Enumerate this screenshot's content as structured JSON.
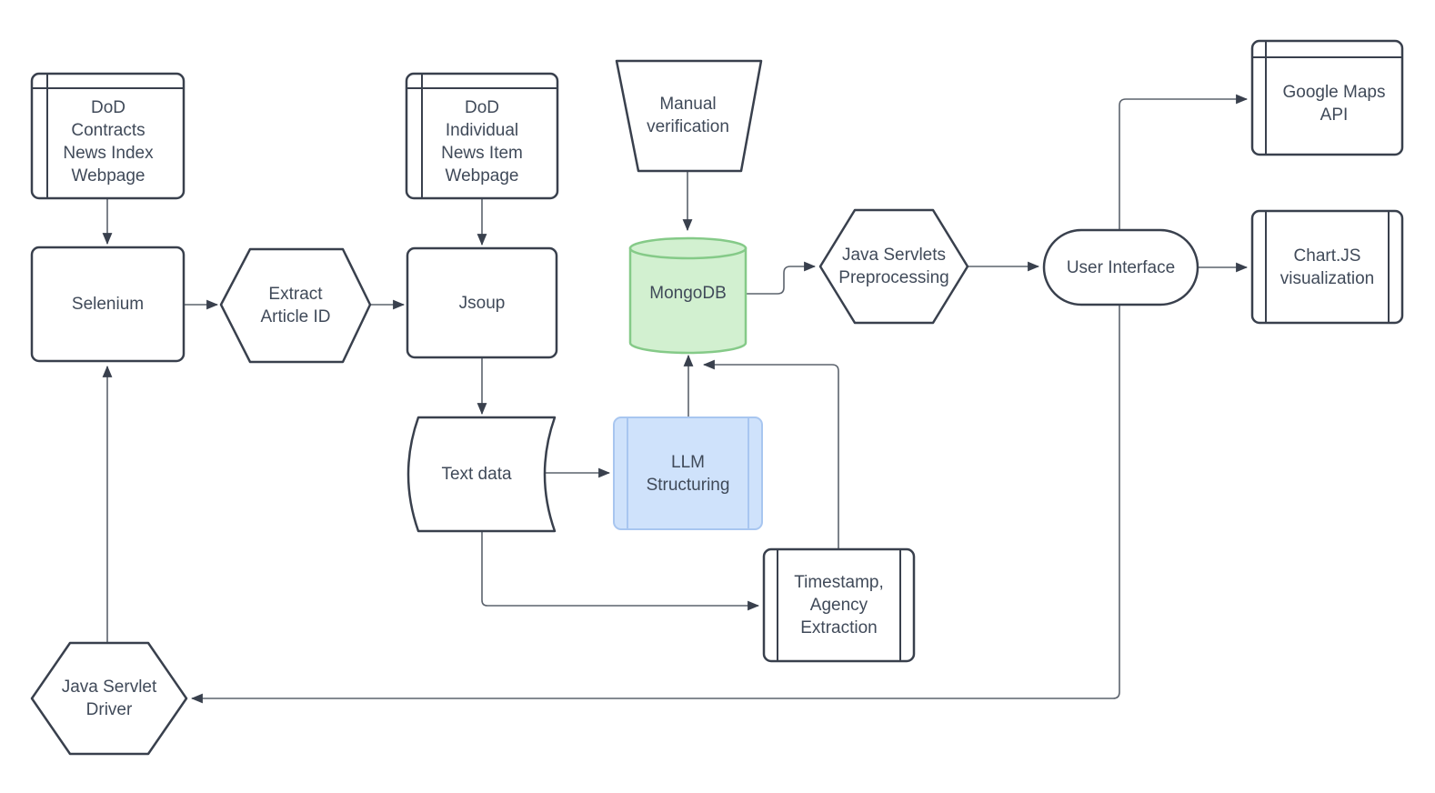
{
  "diagram": {
    "page_background": "#ffffff",
    "colors": {
      "shape_stroke": "#39404d",
      "connector": "#5c636d",
      "text": "#404a59",
      "mongo_fill": "#d2f0d0",
      "mongo_stroke": "#85ca88",
      "llm_fill": "#cfe2fb",
      "llm_stroke": "#a8c6f0"
    },
    "nodes": {
      "dod_index": {
        "label": "DoD\nContracts\nNews Index\nWebpage",
        "shape": "browser-window"
      },
      "selenium": {
        "label": "Selenium",
        "shape": "rounded-rectangle"
      },
      "extract_article_id": {
        "label": "Extract\nArticle ID",
        "shape": "hexagon"
      },
      "dod_item": {
        "label": "DoD\nIndividual\nNews Item\nWebpage",
        "shape": "browser-window"
      },
      "jsoup": {
        "label": "Jsoup",
        "shape": "rounded-rectangle"
      },
      "manual_verification": {
        "label": "Manual\nverification",
        "shape": "trapezoid"
      },
      "mongodb": {
        "label": "MongoDB",
        "shape": "cylinder"
      },
      "java_servlets_preprocessing": {
        "label": "Java Servlets\nPreprocessing",
        "shape": "hexagon"
      },
      "user_interface": {
        "label": "User Interface",
        "shape": "stadium"
      },
      "google_maps_api": {
        "label": "Google Maps\nAPI",
        "shape": "browser-window"
      },
      "chartjs_visualization": {
        "label": "Chart.JS\nvisualization",
        "shape": "predefined-process"
      },
      "text_data": {
        "label": "Text data",
        "shape": "stored-data"
      },
      "llm_structuring": {
        "label": "LLM\nStructuring",
        "shape": "predefined-process"
      },
      "timestamp_agency_extraction": {
        "label": "Timestamp,\nAgency\nExtraction",
        "shape": "predefined-process"
      },
      "java_servlet_driver": {
        "label": "Java Servlet\nDriver",
        "shape": "hexagon"
      }
    },
    "edges": [
      {
        "from": "dod_index",
        "to": "selenium"
      },
      {
        "from": "selenium",
        "to": "extract_article_id"
      },
      {
        "from": "extract_article_id",
        "to": "jsoup"
      },
      {
        "from": "dod_item",
        "to": "jsoup"
      },
      {
        "from": "jsoup",
        "to": "text_data"
      },
      {
        "from": "text_data",
        "to": "llm_structuring"
      },
      {
        "from": "text_data",
        "to": "timestamp_agency_extraction"
      },
      {
        "from": "llm_structuring",
        "to": "mongodb"
      },
      {
        "from": "timestamp_agency_extraction",
        "to": "mongodb"
      },
      {
        "from": "manual_verification",
        "to": "mongodb"
      },
      {
        "from": "mongodb",
        "to": "java_servlets_preprocessing"
      },
      {
        "from": "java_servlets_preprocessing",
        "to": "user_interface"
      },
      {
        "from": "user_interface",
        "to": "google_maps_api"
      },
      {
        "from": "user_interface",
        "to": "chartjs_visualization"
      },
      {
        "from": "user_interface",
        "to": "java_servlet_driver"
      },
      {
        "from": "java_servlet_driver",
        "to": "selenium"
      }
    ]
  }
}
